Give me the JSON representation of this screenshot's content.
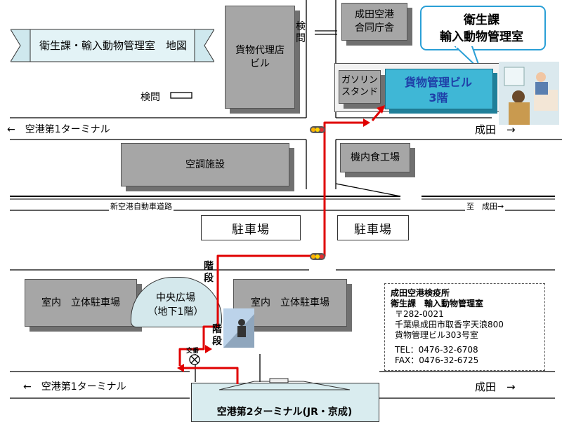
{
  "banner": {
    "title": "衛生課・輸入動物管理室　地図"
  },
  "callout": {
    "line1": "衛生課",
    "line2": "輸入動物管理室"
  },
  "buildings": {
    "agent": "貨物代理店\nビル",
    "narita_office": "成田空港\n合同庁舎",
    "gas": "ガソリン\nスタンド",
    "cargo_line1": "貨物管理ビル",
    "cargo_line2": "3階",
    "aircon": "空調施設",
    "catering": "機内食工場",
    "parking_left": "室内　立体駐車場",
    "parking_right": "室内　立体駐車場"
  },
  "labels": {
    "kenmon_top": "検\n問",
    "kenmon_left": "検問",
    "t1_upper": "←　空港第1ターミナル",
    "narita_upper": "成田　→",
    "expressway": "新空港自動車道路",
    "to_narita": "至　成田→",
    "parking_lot_left": "駐車場",
    "parking_lot_right": "駐車場",
    "plaza_line1": "中央広場",
    "plaza_line2": "（地下1階）",
    "stairs1": "階\n段",
    "stairs2": "階\n段",
    "koban": "交番",
    "t1_lower": "←　空港第1ターミナル",
    "narita_lower": "成田　→",
    "terminal2": "空港第2ターミナル(JR・京成)"
  },
  "info": {
    "org": "成田空港検疫所",
    "dept": "衛生課　輸入動物管理室",
    "zip": "〒282-0021",
    "addr1": "千葉県成田市取香字天浪800",
    "addr2": "貨物管理ビル303号室",
    "tel": "TEL：0476-32-6708",
    "fax": "FAX：0476-32-6725"
  },
  "colors": {
    "route": "#e00000",
    "building": "#a6a6a6",
    "cargo_building": "#3fb7d6",
    "callout": "#2a9fd6",
    "plaza": "#d4e8ec"
  }
}
